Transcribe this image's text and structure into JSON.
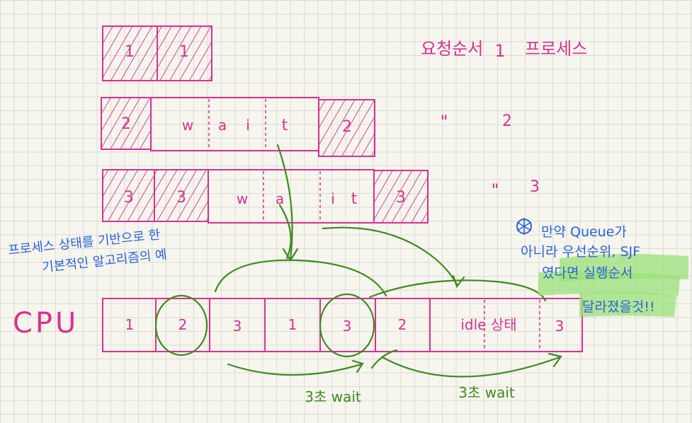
{
  "colors": {
    "magenta": "#d6338f",
    "green": "#3f8a1f",
    "blue": "#2b63d9",
    "highlight": "#9be07a",
    "grid": "#dcdcd4"
  },
  "header": {
    "order_label": "요청순서",
    "process_label": "프로세스",
    "orders": [
      "1",
      "\"",
      "\""
    ],
    "processes": [
      "1",
      "2",
      "3"
    ]
  },
  "process_rows": [
    {
      "cells": [
        "1",
        "1"
      ],
      "wait_text": []
    },
    {
      "cells": [
        "2",
        "2"
      ],
      "wait_text": [
        "w",
        "a",
        "i",
        "t"
      ]
    },
    {
      "cells": [
        "3",
        "3",
        "3"
      ],
      "wait_text": [
        "w",
        "a",
        "i",
        "t"
      ]
    }
  ],
  "cpu": {
    "label": "CPU",
    "cells": [
      "1",
      "2",
      "3",
      "1",
      "3",
      "2",
      "idle 상태",
      "3"
    ]
  },
  "notes": {
    "left_line1": "프로세스 상태를 기반으로 한",
    "left_line2": "기본적인 알고리즘의 예",
    "right_line1": "만약 Queue가",
    "right_line2": "아니라 우선순위, SJF",
    "right_line3": "였다면 실행순서",
    "right_line4": "달라졌을것!!"
  },
  "wait_labels": [
    "3초 wait",
    "3초 wait"
  ]
}
